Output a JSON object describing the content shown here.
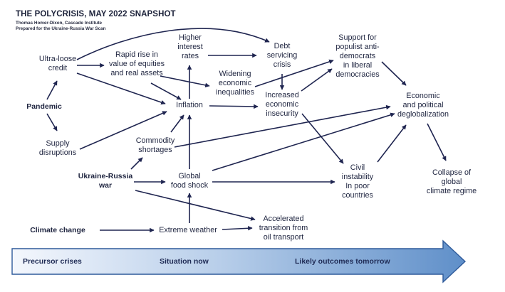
{
  "header": {
    "title": "THE POLYCRISIS, MAY 2022 SNAPSHOT",
    "author_line": "Thomas Homer-Dixon, Cascade Institute",
    "prepared_line": "Prepared for the Ukraine-Russia  War Scan"
  },
  "nodes": {
    "ultra_loose_credit": [
      "Ultra-loose",
      "credit"
    ],
    "pandemic": [
      "Pandemic"
    ],
    "supply_disruptions": [
      "Supply",
      "disruptions"
    ],
    "rapid_rise": [
      "Rapid rise in",
      "value of equities",
      "and real assets"
    ],
    "higher_interest_rates": [
      "Higher",
      "interest",
      "rates"
    ],
    "debt_servicing_crisis": [
      "Debt",
      "servicing",
      "crisis"
    ],
    "widening_inequalities": [
      "Widening",
      "economic",
      "inequalities"
    ],
    "inflation": [
      "Inflation"
    ],
    "increased_insecurity": [
      "Increased",
      "economic",
      "insecurity"
    ],
    "support_populist": [
      "Support for",
      "populist anti-",
      "democrats",
      "in liberal",
      "democracies"
    ],
    "deglobalization": [
      "Economic",
      "and political",
      "deglobalization"
    ],
    "commodity_shortages": [
      "Commodity",
      "shortages"
    ],
    "ukraine_russia_war": [
      "Ukraine-Russia",
      "war"
    ],
    "global_food_shock": [
      "Global",
      "food shock"
    ],
    "civil_instability": [
      "Civil",
      "instability",
      "In poor",
      "countries"
    ],
    "collapse_climate_regime": [
      "Collapse of",
      "global",
      "climate regime"
    ],
    "climate_change": [
      "Climate change"
    ],
    "extreme_weather": [
      "Extreme weather"
    ],
    "accelerated_transition": [
      "Accelerated",
      "transition from",
      "oil transport"
    ]
  },
  "timeline": {
    "precursor": "Precursor crises",
    "now": "Situation now",
    "tomorrow": "Likely outcomes tomorrow"
  },
  "colors": {
    "arrow": "#1f2550",
    "band_start": "#f2f6fc",
    "band_end": "#5f8fc9",
    "band_edge": "#2e5a9a",
    "band_text": "#1f2b55"
  }
}
